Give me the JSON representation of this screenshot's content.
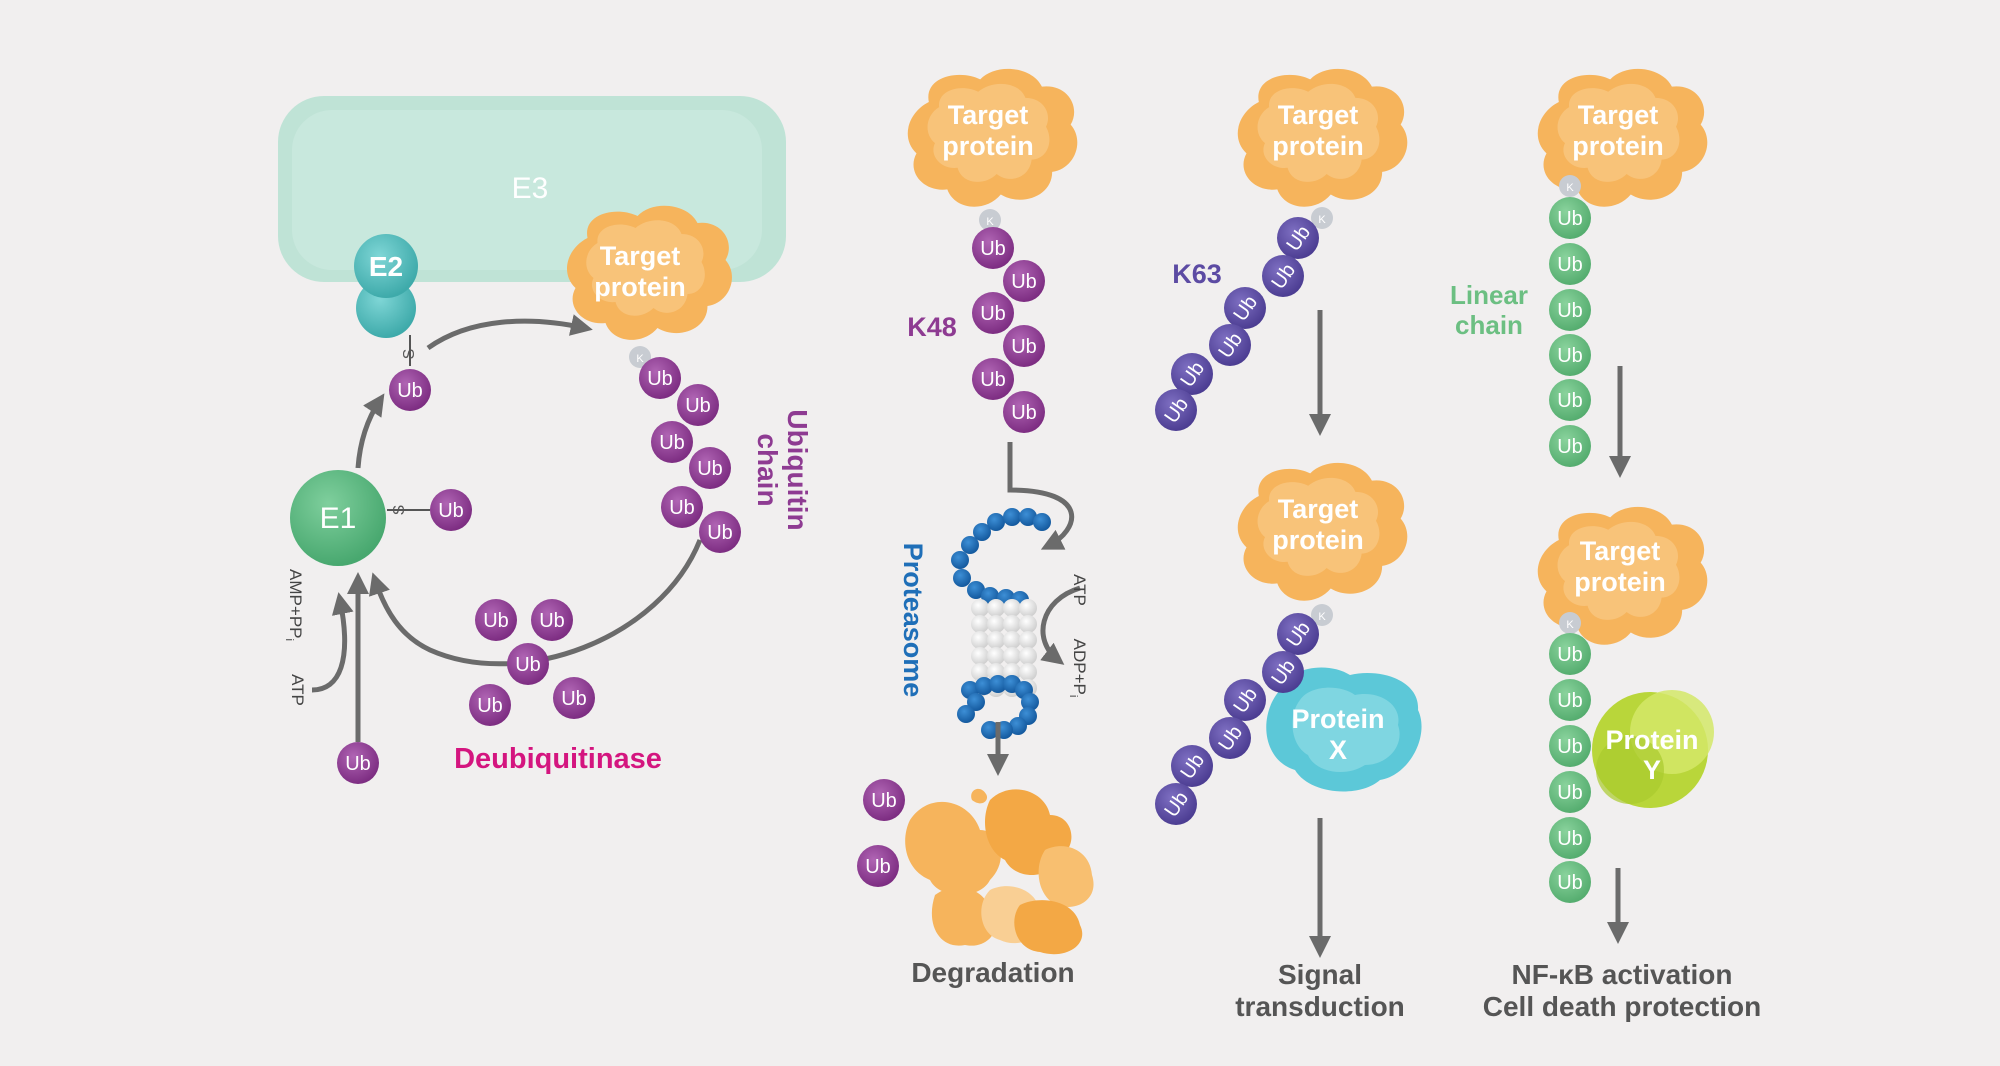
{
  "colors": {
    "background": "#f1efef",
    "ub_purple": "#8e3b92",
    "k63_indigo": "#5c4ba3",
    "linear_green": "#6cbf82",
    "e3_mint": "#bfe3d6",
    "e2_teal": "#5cc1c1",
    "e1_green": "#5fbb84",
    "target_orange": "#f6b45c",
    "proteasome_blue": "#1f6fb8",
    "deub_magenta": "#d4157f",
    "arrow_gray": "#6b6b6b",
    "protein_x": "#5cc8d8",
    "protein_y": "#c9e04a",
    "label_gray": "#555555"
  },
  "cycle": {
    "e3_label": "E3",
    "e2_label": "E2",
    "e1_label": "E1",
    "target_label_line1": "Target",
    "target_label_line2": "protein",
    "ub_label": "Ub",
    "k_label": "K",
    "thioester_label": "S",
    "ubiquitin_chain_line1": "Ubiquitin",
    "ubiquitin_chain_line2": "chain",
    "amp_label": "AMP+PP",
    "amp_subscript": "i",
    "atp_label": "ATP",
    "deubiquitinase_label": "Deubiquitinase"
  },
  "k48": {
    "chain_label": "K48",
    "target_line1": "Target",
    "target_line2": "protein",
    "proteasome_label": "Proteasome",
    "atp_label": "ATP",
    "adp_label": "ADP+P",
    "adp_subscript": "i",
    "outcome": "Degradation"
  },
  "k63": {
    "chain_label": "K63",
    "target_line1": "Target",
    "target_line2": "protein",
    "protein_x_line1": "Protein",
    "protein_x_line2": "X",
    "outcome_line1": "Signal",
    "outcome_line2": "transduction"
  },
  "linear": {
    "chain_label_line1": "Linear",
    "chain_label_line2": "chain",
    "target_line1": "Target",
    "target_line2": "protein",
    "protein_y_line1": "Protein",
    "protein_y_line2": "Y",
    "outcome_line1": "NF-κB activation",
    "outcome_line2": "Cell death protection"
  }
}
